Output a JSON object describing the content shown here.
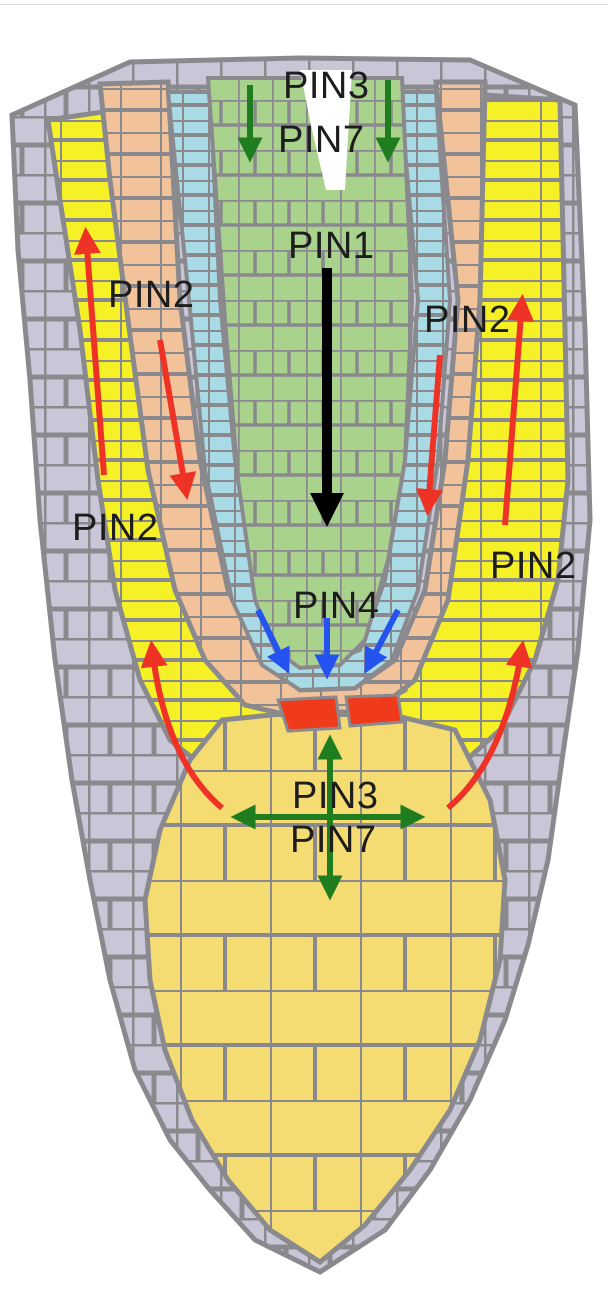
{
  "labels": {
    "pin3_top": "PIN3",
    "pin7_top": "PIN7",
    "pin1": "PIN1",
    "pin2_upper_left": "PIN2",
    "pin2_upper_right": "PIN2",
    "pin2_lower_left": "PIN2",
    "pin2_lower_right": "PIN2",
    "pin4": "PIN4",
    "pin3_bottom": "PIN3",
    "pin7_bottom": "PIN7"
  },
  "colors": {
    "background": "#ffffff",
    "cell_wall": "#8a8a8e",
    "epidermis_lateral": "#c9c6d8",
    "lateral_root_cap": "#f6f026",
    "cortex": "#f2c39a",
    "endodermis": "#a8dbe6",
    "stele": "#a9d38d",
    "columella": "#f4dc73",
    "quiescent_center": "#ef3b1c",
    "arrow_pin2": "#ee3226",
    "arrow_pin37": "#1f7d1f",
    "arrow_pin1": "#000000",
    "arrow_pin4": "#2453f0"
  }
}
